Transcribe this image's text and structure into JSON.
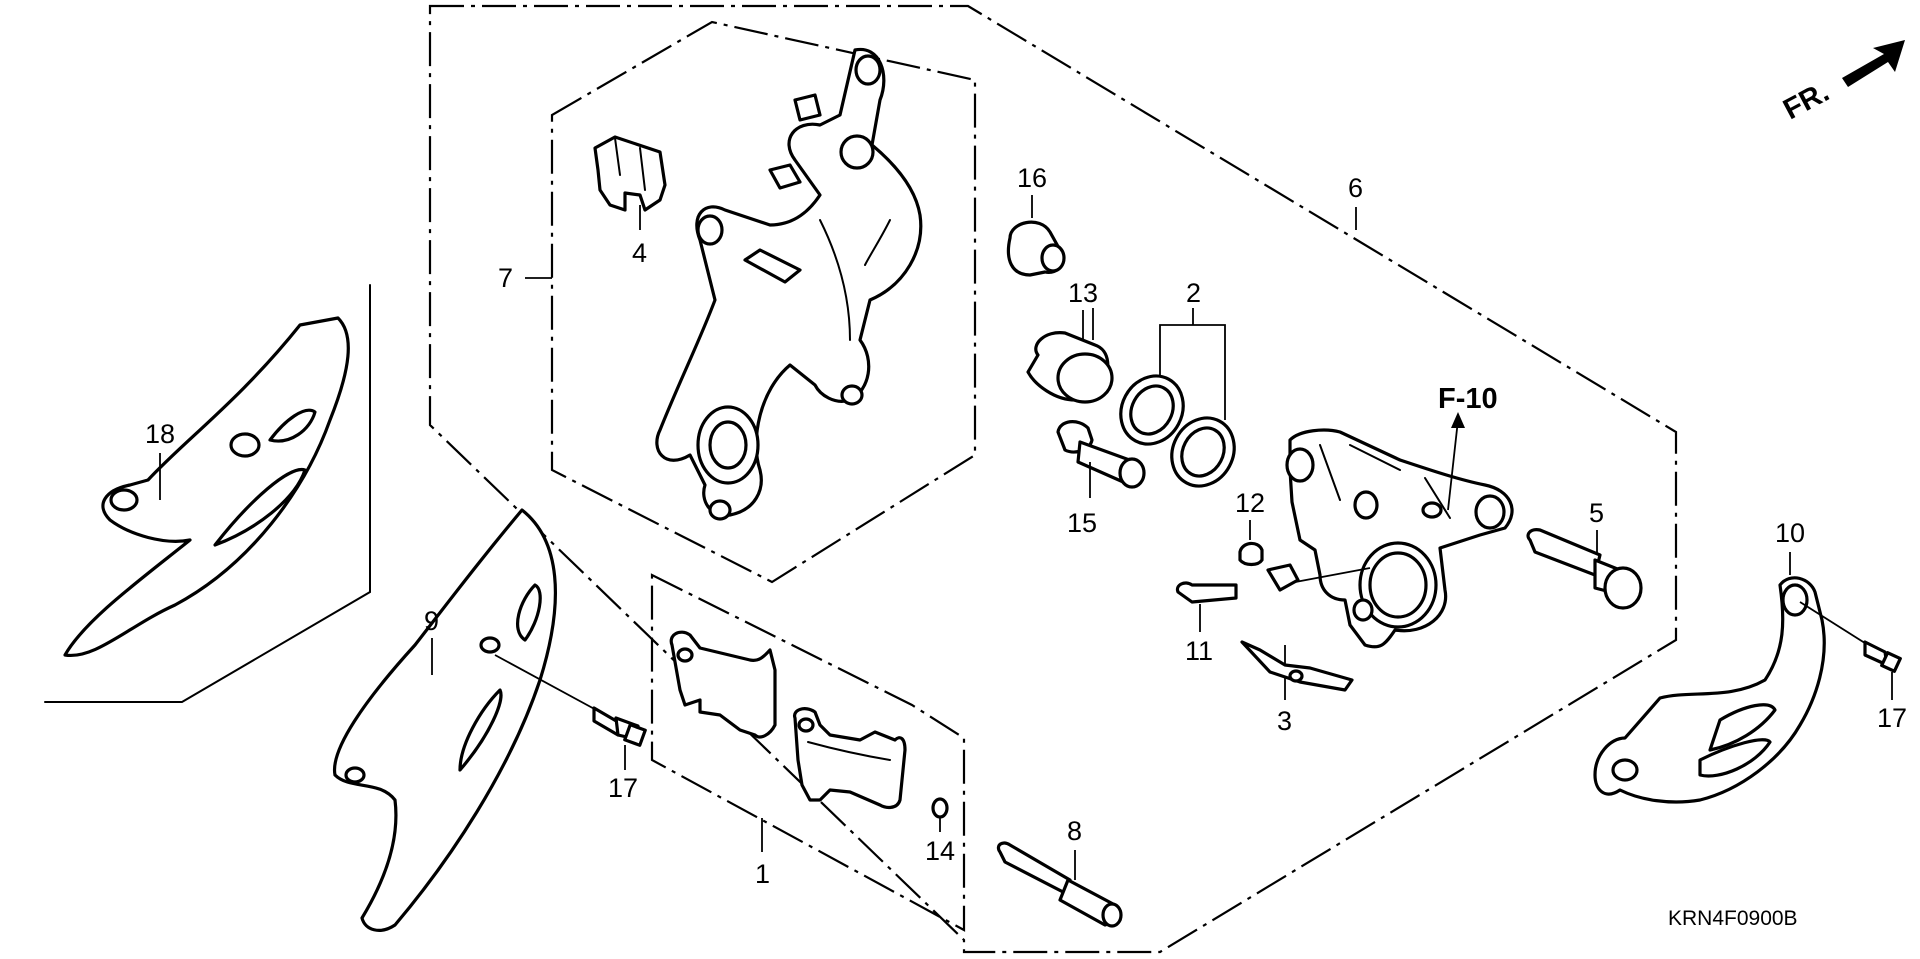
{
  "diagram": {
    "code": "KRN4F0900B",
    "front_marker": "FR.",
    "reference": "F-10",
    "callouts": [
      {
        "id": "c1",
        "text": "1"
      },
      {
        "id": "c2",
        "text": "2"
      },
      {
        "id": "c3",
        "text": "3"
      },
      {
        "id": "c4",
        "text": "4"
      },
      {
        "id": "c5",
        "text": "5"
      },
      {
        "id": "c6",
        "text": "6"
      },
      {
        "id": "c7",
        "text": "7"
      },
      {
        "id": "c8",
        "text": "8"
      },
      {
        "id": "c9",
        "text": "9"
      },
      {
        "id": "c10",
        "text": "10"
      },
      {
        "id": "c11",
        "text": "11"
      },
      {
        "id": "c12",
        "text": "12"
      },
      {
        "id": "c13",
        "text": "13"
      },
      {
        "id": "c14",
        "text": "14"
      },
      {
        "id": "c15",
        "text": "15"
      },
      {
        "id": "c16",
        "text": "16"
      },
      {
        "id": "c17a",
        "text": "17"
      },
      {
        "id": "c17b",
        "text": "17"
      },
      {
        "id": "c18",
        "text": "18"
      }
    ]
  }
}
